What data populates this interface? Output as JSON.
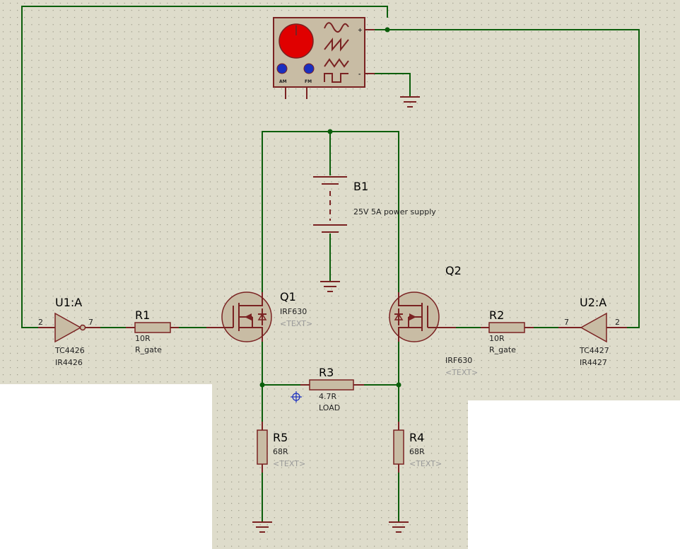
{
  "colors": {
    "sheet": "#dedccb",
    "paper": "#ffffff",
    "wire": "#0b5e0b",
    "component": "#7a2222",
    "component_fill": "#c8bca4",
    "generator_knob": "#e00000",
    "generator_buttons": "#1a2fbf"
  },
  "generator": {
    "label_am": "AM",
    "label_fm": "FM",
    "plus": "+",
    "minus": "-"
  },
  "B1": {
    "ref": "B1",
    "value": "25V 5A power supply"
  },
  "Q1": {
    "ref": "Q1",
    "value": "IRF630",
    "text": "<TEXT>"
  },
  "Q2": {
    "ref": "Q2",
    "value": "IRF630",
    "text": "<TEXT>"
  },
  "R1": {
    "ref": "R1",
    "value": "10R",
    "text": "R_gate"
  },
  "R2": {
    "ref": "R2",
    "value": "10R",
    "text": "R_gate"
  },
  "R3": {
    "ref": "R3",
    "value": "4.7R",
    "text": "LOAD"
  },
  "R4": {
    "ref": "R4",
    "value": "68R",
    "text": "<TEXT>"
  },
  "R5": {
    "ref": "R5",
    "value": "68R",
    "text": "<TEXT>"
  },
  "U1": {
    "ref": "U1:A",
    "pin_in": "2",
    "pin_out": "7",
    "part1": "TC4426",
    "part2": "IR4426"
  },
  "U2": {
    "ref": "U2:A",
    "pin_in": "2",
    "pin_out": "7",
    "part1": "TC4427",
    "part2": "IR4427"
  }
}
